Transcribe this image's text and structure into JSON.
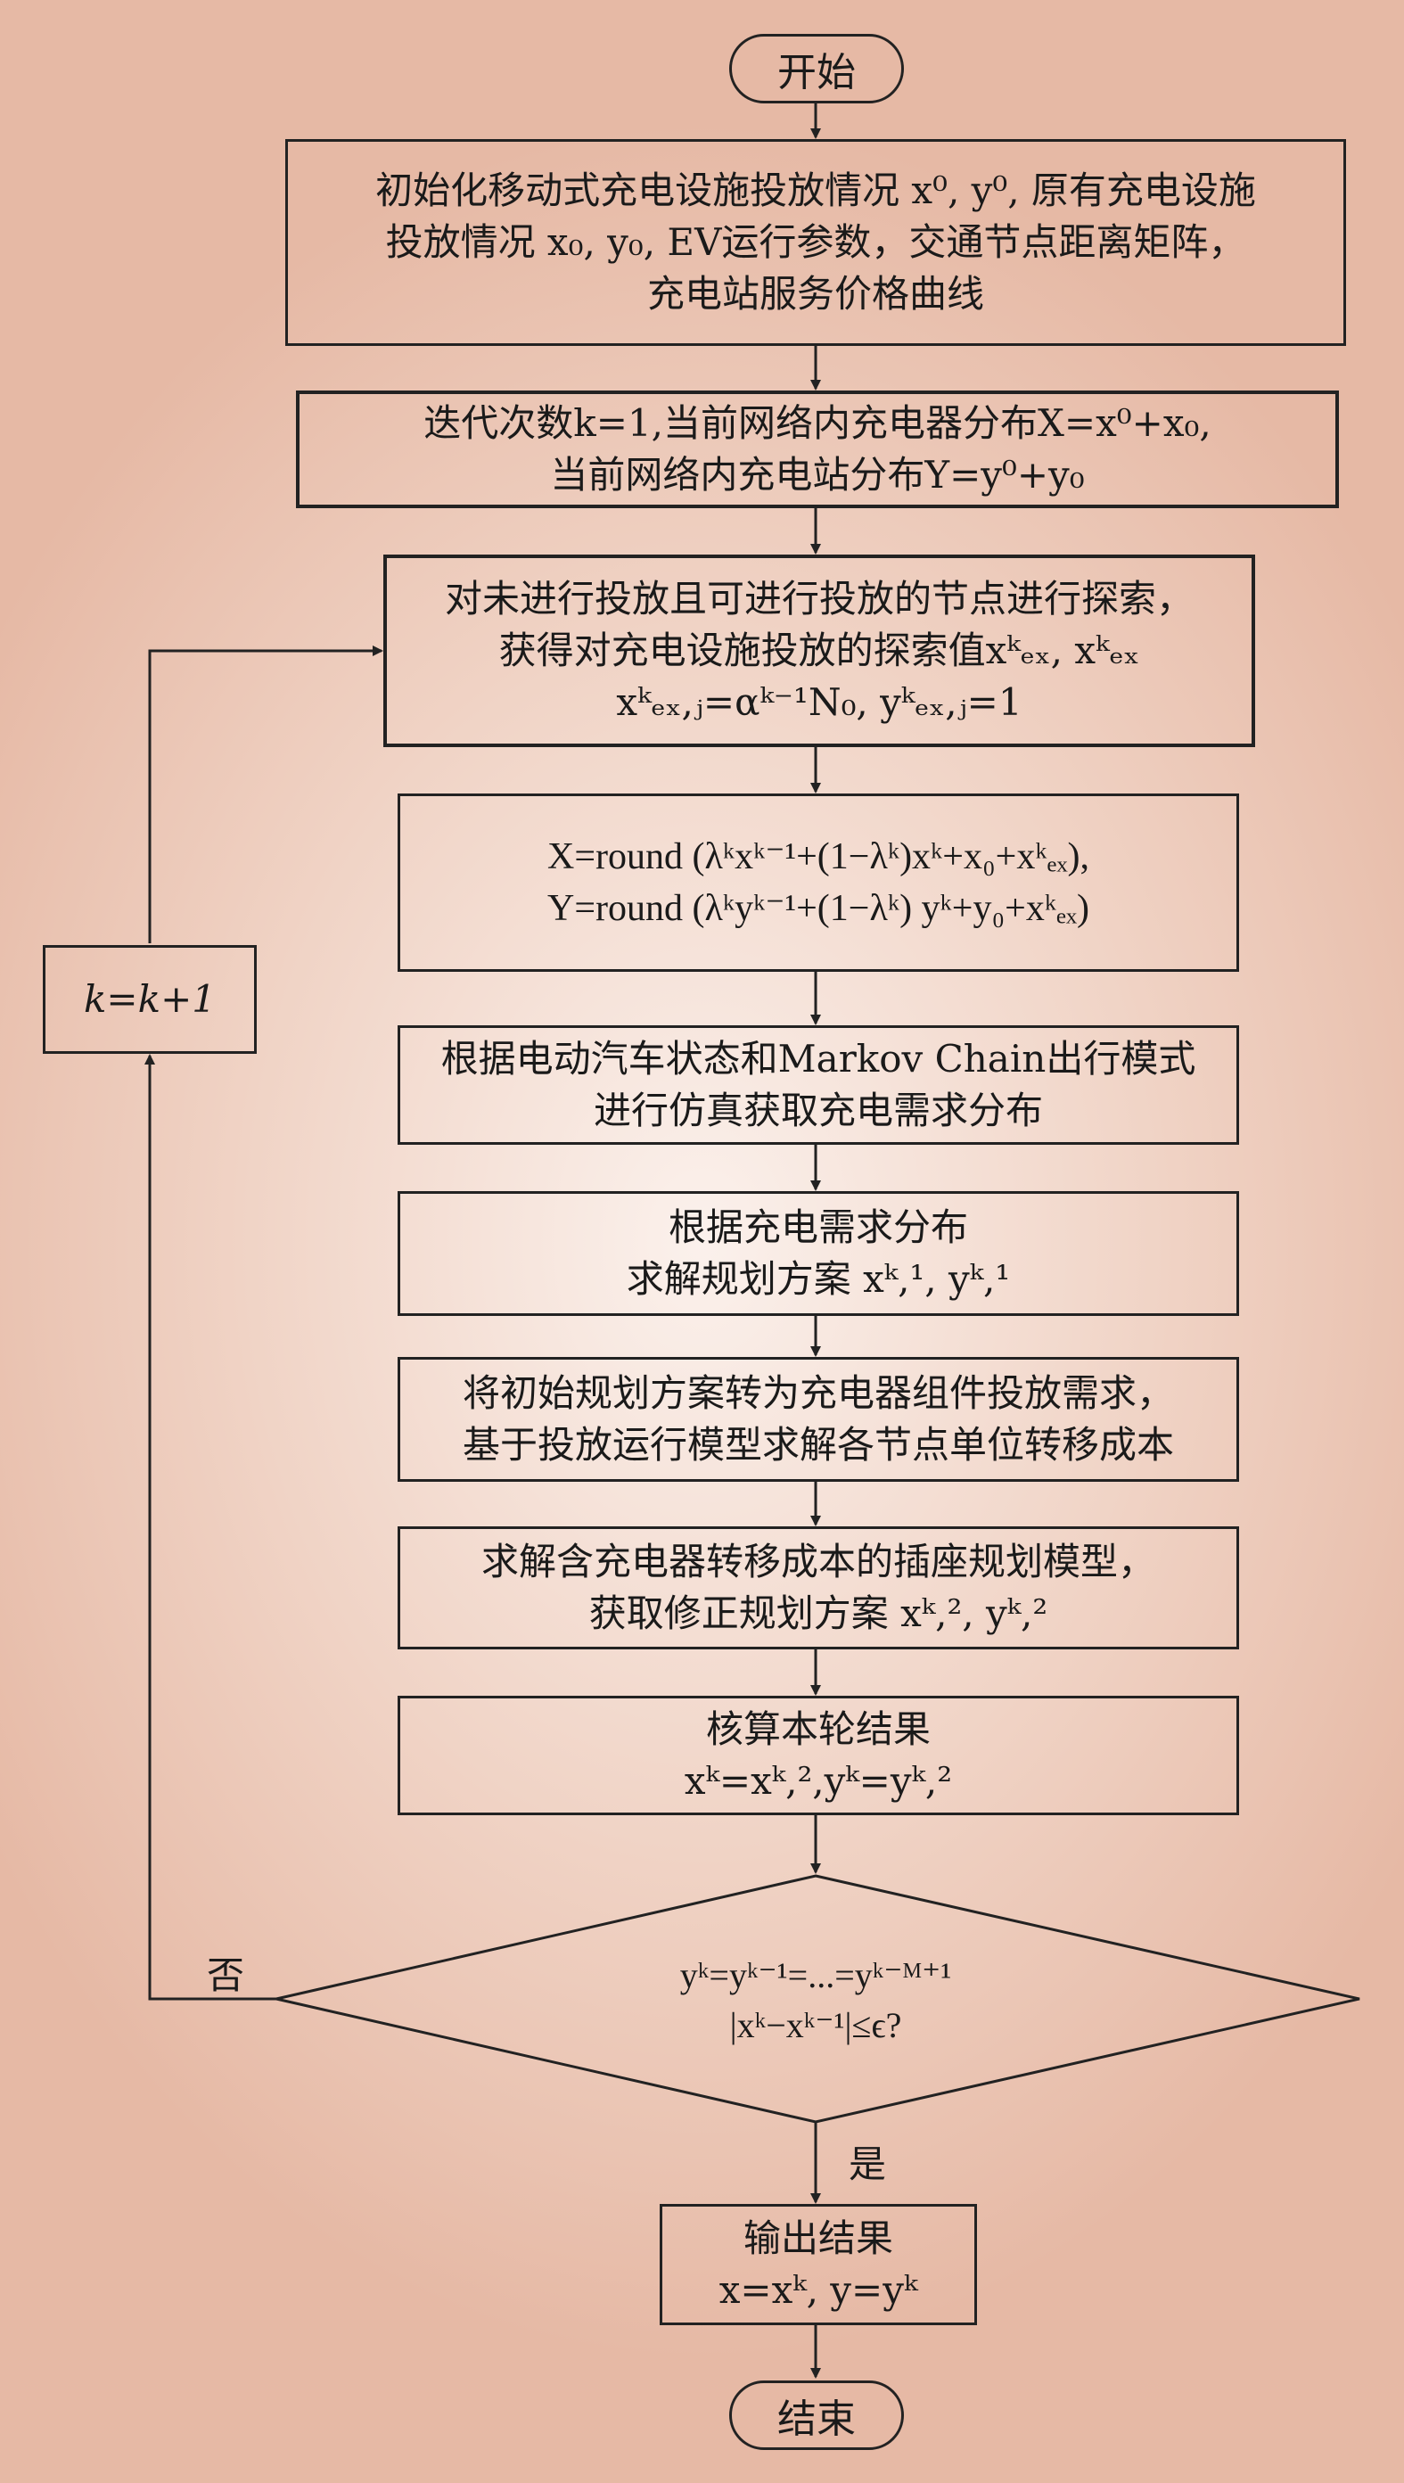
{
  "nodes": {
    "start": "开始",
    "init": [
      "初始化移动式充电设施投放情况 x⁰, y⁰, 原有充电设施",
      "投放情况 x₀, y₀, EV运行参数，交通节点距离矩阵，",
      "充电站服务价格曲线"
    ],
    "iter_init": [
      "迭代次数k=1,当前网络内充电器分布X=x⁰+x₀,",
      "当前网络内充电站分布Y=y⁰+y₀"
    ],
    "explore": [
      "对未进行投放且可进行投放的节点进行探索，",
      "获得对充电设施投放的探索值xᵏₑₓ, xᵏₑₓ",
      "xᵏₑₓ,ⱼ=αᵏ⁻¹N₀, yᵏₑₓ,ⱼ=1"
    ],
    "update": [
      "X=round (λᵏxᵏ⁻¹+(1−λᵏ)xᵏ+x₀+xᵏₑₓ),",
      "Y=round (λᵏyᵏ⁻¹+(1−λᵏ) yᵏ+y₀+xᵏₑₓ)"
    ],
    "simulate": [
      "根据电动汽车状态和Markov Chain出行模式",
      "进行仿真获取充电需求分布"
    ],
    "solve_plan": [
      "根据充电需求分布",
      "求解规划方案 xᵏ,¹, yᵏ,¹"
    ],
    "transfer_cost": [
      "将初始规划方案转为充电器组件投放需求，",
      "基于投放运行模型求解各节点单位转移成本"
    ],
    "revise": [
      "求解含充电器转移成本的插座规划模型，",
      "获取修正规划方案 xᵏ,², yᵏ,²"
    ],
    "check": [
      "核算本轮结果",
      "xᵏ=xᵏ,²,yᵏ=yᵏ,²"
    ],
    "decision": [
      "yᵏ=yᵏ⁻¹=...=yᵏ⁻ᴹ⁺¹",
      "|xᵏ−xᵏ⁻¹|≤ϵ?"
    ],
    "increment": "k=k+1",
    "output": [
      "输出结果",
      "x=xᵏ, y=yᵏ"
    ],
    "end": "结束"
  },
  "edge_labels": {
    "no": "否",
    "yes": "是"
  },
  "colors": {
    "background_center": "#fbf1ec",
    "background_edge": "#e6b9a5",
    "stroke": "#222222"
  }
}
